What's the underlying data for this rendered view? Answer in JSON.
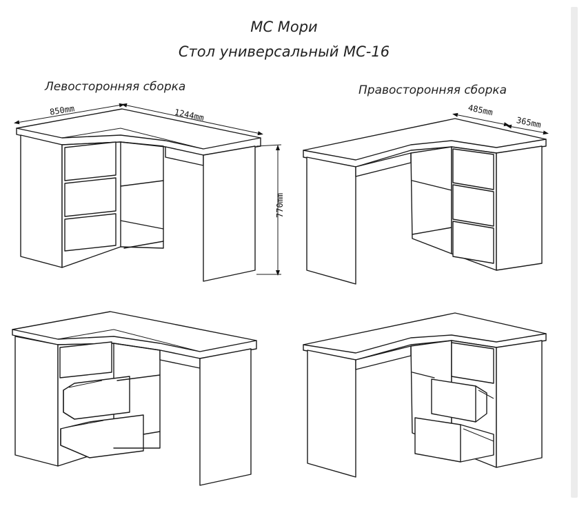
{
  "title": {
    "brand": "МС Мори",
    "product": "Стол универсальный МС-16"
  },
  "assembly": {
    "left": "Левосторонняя сборка",
    "right": "Правосторонняя сборка"
  },
  "dimensions": {
    "depth_left": "850mm",
    "length": "1244mm",
    "height": "770mm",
    "depth_right_top": "485mm",
    "depth_right_side": "365mm"
  },
  "colors": {
    "line": "#1a1a1a",
    "background": "#ffffff",
    "scrollbar": "#ececec"
  }
}
